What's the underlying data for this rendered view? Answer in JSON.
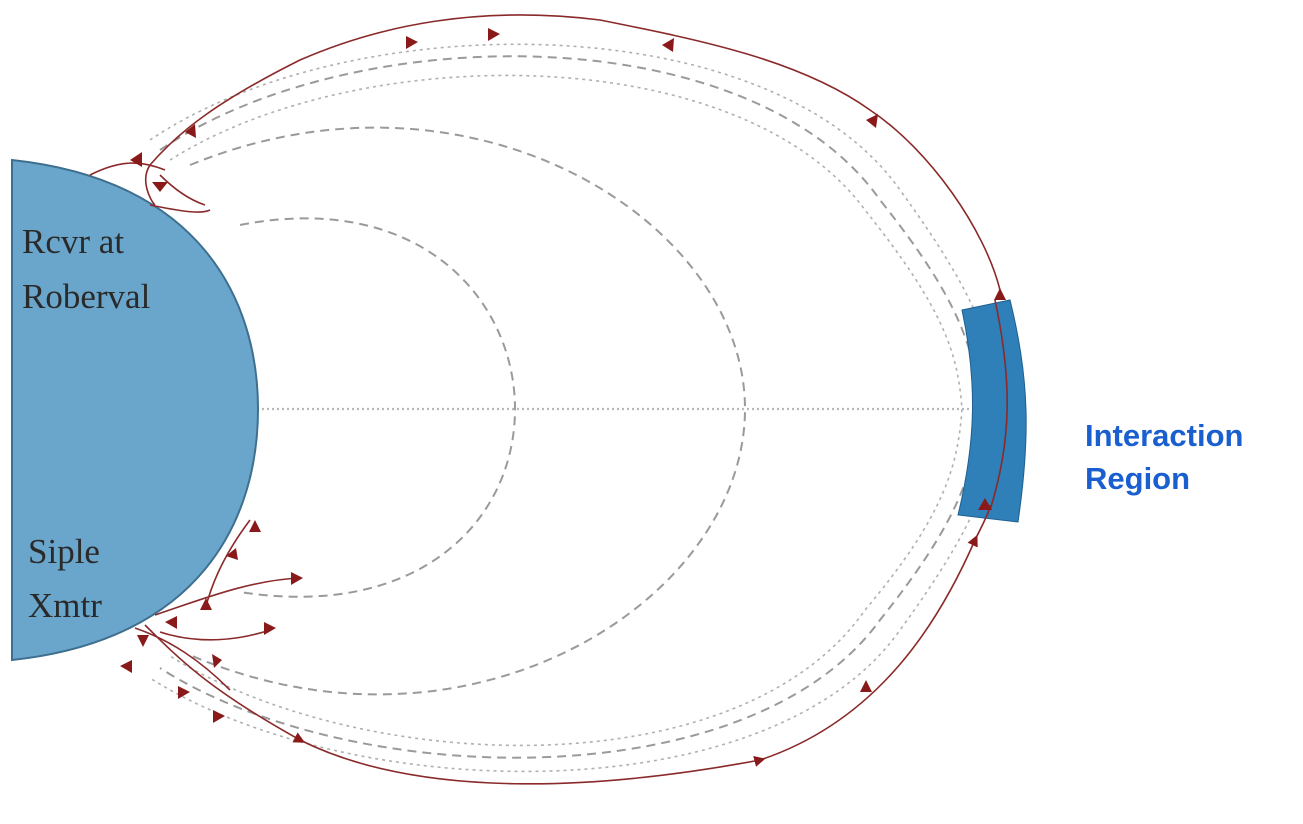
{
  "diagram": {
    "labels": {
      "receiver_line1": "Rcvr at",
      "receiver_line2": "Roberval",
      "transmitter_line1": "Siple",
      "transmitter_line2": "Xmtr",
      "region_line1": "Interaction",
      "region_line2": "Region"
    },
    "colors": {
      "earth_fill": "#6aa6cc",
      "earth_stroke": "#3f6f8f",
      "interaction_region_fill": "#2f7fb8",
      "ray_color": "#8a2a2a",
      "field_line_color": "#9a9a9a",
      "region_label_color": "#1a5fd0"
    }
  }
}
